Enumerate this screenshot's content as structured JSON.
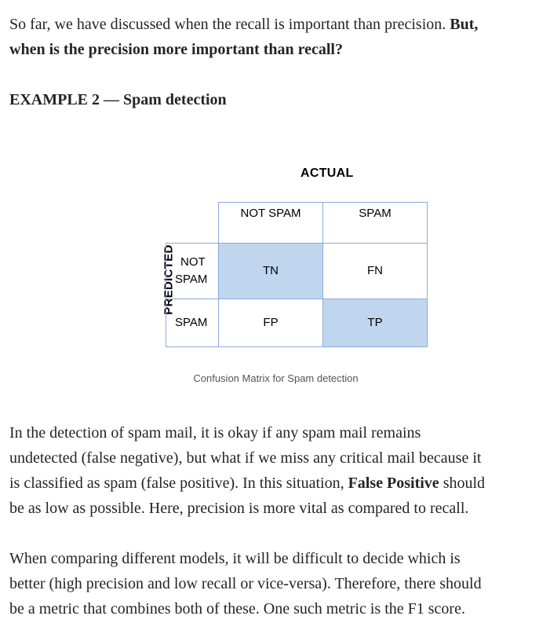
{
  "intro": {
    "line1_regular": "So far, we have discussed when the recall is important than precision. ",
    "line1_bold": "But,",
    "line2_bold": "when is the precision more important than recall?"
  },
  "example_heading": "EXAMPLE 2 — Spam detection",
  "confusion_matrix": {
    "actual_label": "ACTUAL",
    "predicted_label": "PREDICTED",
    "col_headers": [
      "NOT SPAM",
      "SPAM"
    ],
    "row_headers": [
      "NOT\nSPAM",
      "SPAM"
    ],
    "row_header_not_spam_line1": "NOT",
    "row_header_not_spam_line2": "SPAM",
    "cells": {
      "tn": "TN",
      "fn": "FN",
      "fp": "FP",
      "tp": "TP"
    },
    "highlight_color": "#c0d6ef",
    "border_color": "#8eaadb"
  },
  "caption": "Confusion Matrix for Spam detection",
  "paragraph2": {
    "line1": "In the detection of spam mail, it is okay if any spam mail remains",
    "line2": "undetected (false negative), but what if we miss any critical mail because it",
    "line3_pre": "is classified as spam (false positive). In this situation, ",
    "line3_bold": "False Positive",
    "line3_post": " should",
    "line4": "be as low as possible. Here, precision is more vital as compared to recall."
  },
  "paragraph3": {
    "line1": "When comparing different models, it will be difficult to decide which is",
    "line2": "better (high precision and low recall or vice-versa). Therefore, there should",
    "line3": "be a metric that combines both of these. One such metric is the F1 score."
  }
}
